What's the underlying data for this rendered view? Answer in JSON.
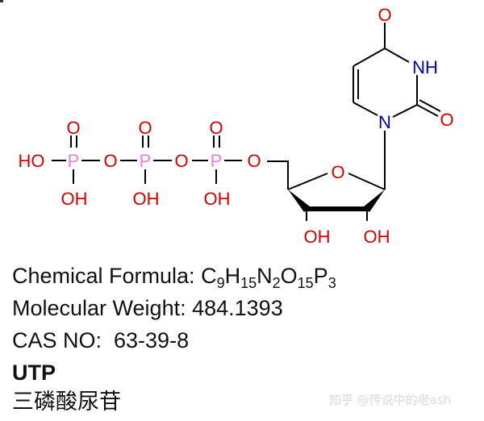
{
  "molecule": {
    "colors": {
      "oxygen": "#d40000",
      "nitrogen": "#0000c8",
      "phosphorus": "#e87ce8",
      "bond": "#000000"
    },
    "atoms": {
      "terminal_hydroxyl": "HO",
      "p1": "P",
      "p1_oxo": "O",
      "p1_hydroxyl": "OH",
      "bridge_o1": "O",
      "p2": "P",
      "p2_oxo": "O",
      "p2_hydroxyl": "OH",
      "bridge_o2": "O",
      "p3": "P",
      "p3_oxo": "O",
      "p3_hydroxyl": "OH",
      "ester_o": "O",
      "ring_o": "O",
      "c3_hydroxyl": "OH",
      "c2_hydroxyl": "OH",
      "n1": "N",
      "n3": "NH",
      "o2": "O",
      "o4": "O"
    }
  },
  "info": {
    "formula_label": "Chemical Formula: ",
    "formula": [
      {
        "el": "C",
        "n": "9"
      },
      {
        "el": "H",
        "n": "15"
      },
      {
        "el": "N",
        "n": "2"
      },
      {
        "el": "O",
        "n": "15"
      },
      {
        "el": "P",
        "n": "3"
      }
    ],
    "weight_line": "Molecular Weight: 484.1393",
    "cas_line": "CAS NO:  63-39-8",
    "abbreviation": "UTP",
    "chinese_name": "三磷酸尿苷"
  },
  "watermark": "知乎 @传说中的老ash"
}
